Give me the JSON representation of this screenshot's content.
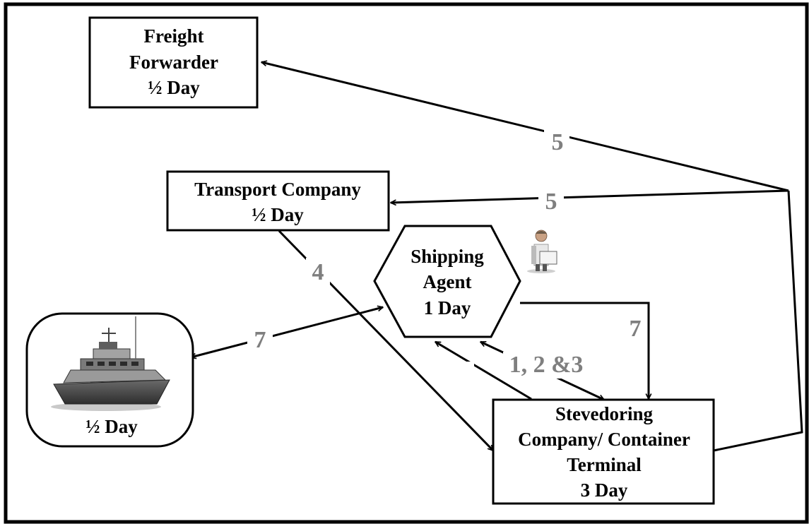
{
  "nodes": {
    "freight_forwarder": {
      "line1": "Freight",
      "line2": "Forwarder",
      "line3": "½ Day"
    },
    "transport_company": {
      "line1": "Transport Company",
      "line2": "½ Day"
    },
    "shipping_agent": {
      "line1": "Shipping",
      "line2": "Agent",
      "line3": "1 Day"
    },
    "ship": {
      "label": "½ Day"
    },
    "stevedoring": {
      "line1": "Stevedoring",
      "line2": "Company/ Container",
      "line3": "Terminal",
      "line4": "3 Day"
    }
  },
  "edges": {
    "terminal_to_freight": "5",
    "terminal_to_transport": "5",
    "transport_to_terminal": "4",
    "ship_agent": "7",
    "agent_to_terminal": "7",
    "agent_terminal_exchange": "1, 2 &3"
  },
  "colors": {
    "edge_label": "#7f7f7f",
    "stroke": "#000000",
    "background": "#ffffff"
  },
  "icons": {
    "ship": "ship-icon",
    "agent": "person-holding-paper-icon"
  }
}
